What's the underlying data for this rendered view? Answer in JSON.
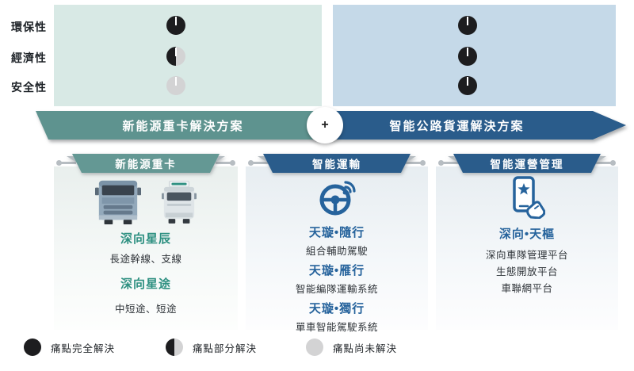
{
  "colors": {
    "teal_banner": "#5E938F",
    "teal_header": "#649894",
    "blue_banner": "#2A5C8B",
    "panel_mint": "#D8E9E5",
    "panel_blue": "#C5D9E8",
    "green_text": "#2E9081",
    "blue_text": "#26639C",
    "pie_black": "#1D1D1F",
    "pie_gray": "#D3D3D4"
  },
  "criteria": [
    {
      "label": "環保性",
      "left_pie": "full",
      "right_pie": "full"
    },
    {
      "label": "經濟性",
      "left_pie": "half",
      "right_pie": "full"
    },
    {
      "label": "安全性",
      "left_pie": "none",
      "right_pie": "full"
    }
  ],
  "solutions": {
    "left_label": "新能源重卡解決方案",
    "plus": "+",
    "right_label": "智能公路貨運解決方案"
  },
  "columns": [
    {
      "header": "新能源重卡",
      "icon": "truck-fronts",
      "items": [
        {
          "name": "深向星辰",
          "desc": "長途幹線、支線"
        },
        {
          "name": "深向星途",
          "desc": "中短途、短途"
        }
      ]
    },
    {
      "header": "智能運輸",
      "icon": "connected-steering-wheel",
      "items": [
        {
          "name": "天璇•隨行",
          "desc": "組合輔助駕駛"
        },
        {
          "name": "天璇•雁行",
          "desc": "智能編隊運輸系統"
        },
        {
          "name": "天璇•獨行",
          "desc": "單車智能駕駛系統"
        }
      ]
    },
    {
      "header": "智能運營管理",
      "icon": "phone-star-hand",
      "items": [
        {
          "name": "深向•天樞",
          "lines": [
            "深向車隊管理平台",
            "生態開放平台",
            "車聯網平台"
          ]
        }
      ]
    }
  ],
  "legend": [
    {
      "type": "full",
      "label": "痛點完全解決"
    },
    {
      "type": "half",
      "label": "痛點部分解決"
    },
    {
      "type": "none",
      "label": "痛點尚未解決"
    }
  ]
}
